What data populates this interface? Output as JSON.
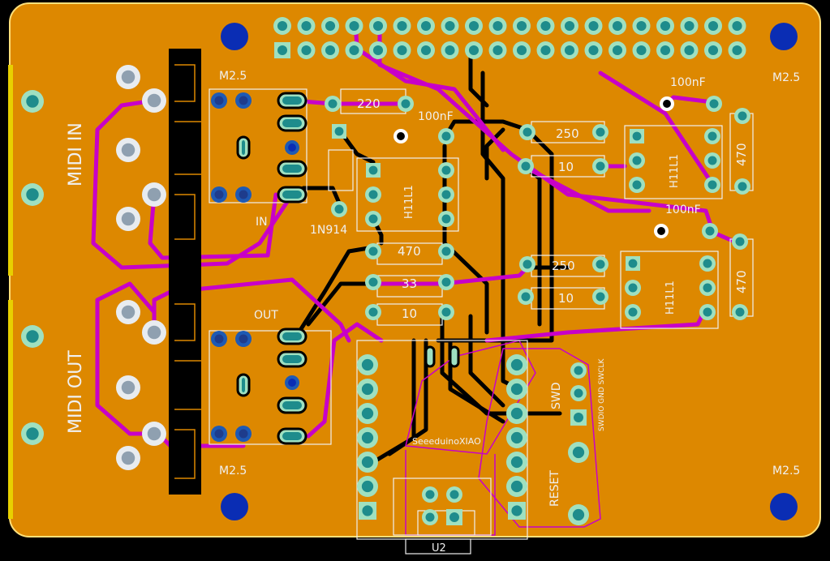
{
  "colors": {
    "background": "#000000",
    "board": "#DD8800",
    "edge": "#FFE07A",
    "copper_trace": "#000000",
    "jumper": "#C800C8",
    "pad_fill": "#1E8C8C",
    "pad_ring": "#9FE0C0",
    "mount_hole": "#0A2DB4",
    "silkscreen": "#F0F0F0",
    "edge_connector": "#E8D000"
  },
  "labels": {
    "midi_in": "MIDI IN",
    "midi_out": "MIDI OUT",
    "m25_top_left": "M2.5",
    "m25_top_right": "M2.5",
    "m25_bottom_left": "M2.5",
    "m25_bottom_right": "M2.5",
    "in": "IN",
    "out": "OUT",
    "diode": "1N914",
    "r_220": "220",
    "cap_left": "100nF",
    "cap_top_right": "100nF",
    "cap_mid_right": "100nF",
    "r_250_top": "250",
    "r_10_top": "10",
    "r_250_mid": "250",
    "r_10_mid": "10",
    "r_470_top": "470",
    "r_470_mid": "470",
    "r_470_center": "470",
    "r_33": "33",
    "r_10_center": "10",
    "opto_left": "H11L1",
    "opto_top_right": "H11L1",
    "opto_mid_right": "H11L1",
    "xiao": "SeeeduinoXIAO",
    "swd": "SWD",
    "swd_pins": "SWDIO GND SWCLK",
    "reset": "RESET",
    "u2": "U2"
  }
}
